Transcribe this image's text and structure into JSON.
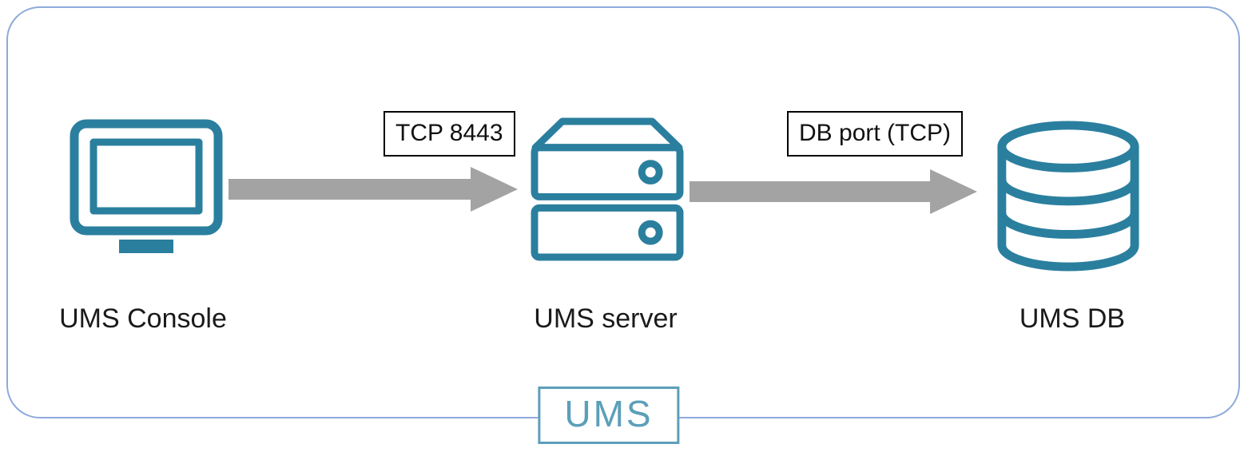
{
  "diagram": {
    "nodes": [
      {
        "id": "ums-console",
        "label": "UMS Console",
        "icon": "monitor-icon"
      },
      {
        "id": "ums-server",
        "label": "UMS server",
        "icon": "server-icon"
      },
      {
        "id": "ums-db",
        "label": "UMS DB",
        "icon": "database-icon"
      }
    ],
    "connections": [
      {
        "from": "ums-console",
        "to": "ums-server",
        "label": "TCP 8443"
      },
      {
        "from": "ums-server",
        "to": "ums-db",
        "label": "DB port (TCP)"
      }
    ],
    "badge": {
      "label": "UMS"
    },
    "colors": {
      "icon_teal": "#2b7f9e",
      "frame_blue": "#8faadc",
      "arrow_gray": "#a3a3a3",
      "text_black": "#1a1a1a",
      "badge_teal": "#5b9fb9"
    }
  }
}
